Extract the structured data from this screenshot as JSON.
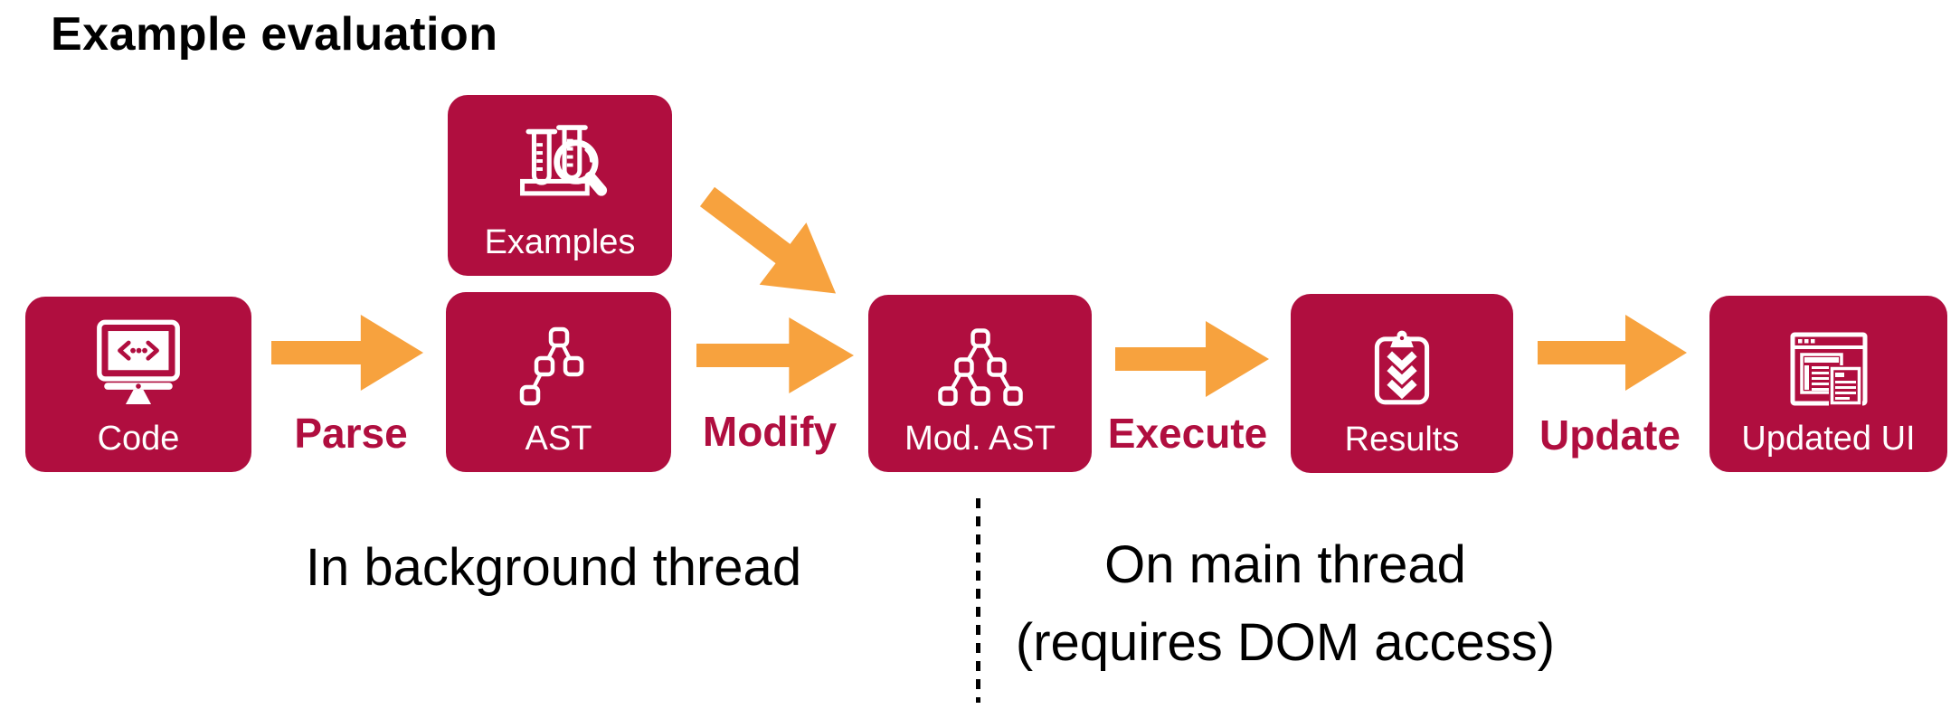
{
  "title": "Example evaluation",
  "colors": {
    "box": "#B00E3F",
    "arrow": "#F7A23E",
    "label": "#B00E3F",
    "text": "#000000",
    "box_label": "#FFFFFF"
  },
  "nodes": [
    {
      "id": "code",
      "label": "Code",
      "icon": "code-monitor-icon"
    },
    {
      "id": "examples",
      "label": "Examples",
      "icon": "test-tubes-magnifier-icon"
    },
    {
      "id": "ast",
      "label": "AST",
      "icon": "syntax-tree-icon"
    },
    {
      "id": "mod-ast",
      "label": "Mod. AST",
      "icon": "modified-syntax-tree-icon"
    },
    {
      "id": "results",
      "label": "Results",
      "icon": "clipboard-checklist-icon"
    },
    {
      "id": "updated-ui",
      "label": "Updated UI",
      "icon": "browser-window-icon"
    }
  ],
  "arrows": [
    {
      "id": "parse",
      "label": "Parse",
      "from": "Code",
      "to": "AST"
    },
    {
      "id": "modify",
      "label": "Modify",
      "from": "AST",
      "to": "Mod. AST"
    },
    {
      "id": "execute",
      "label": "Execute",
      "from": "Mod. AST",
      "to": "Results"
    },
    {
      "id": "update",
      "label": "Update",
      "from": "Results",
      "to": "Updated UI"
    },
    {
      "id": "examples-to-mod-ast",
      "label": "",
      "from": "Examples",
      "to": "Mod. AST"
    }
  ],
  "captions": {
    "background_thread": "In background thread",
    "main_thread_line1": "On main thread",
    "main_thread_line2": "(requires DOM access)"
  }
}
